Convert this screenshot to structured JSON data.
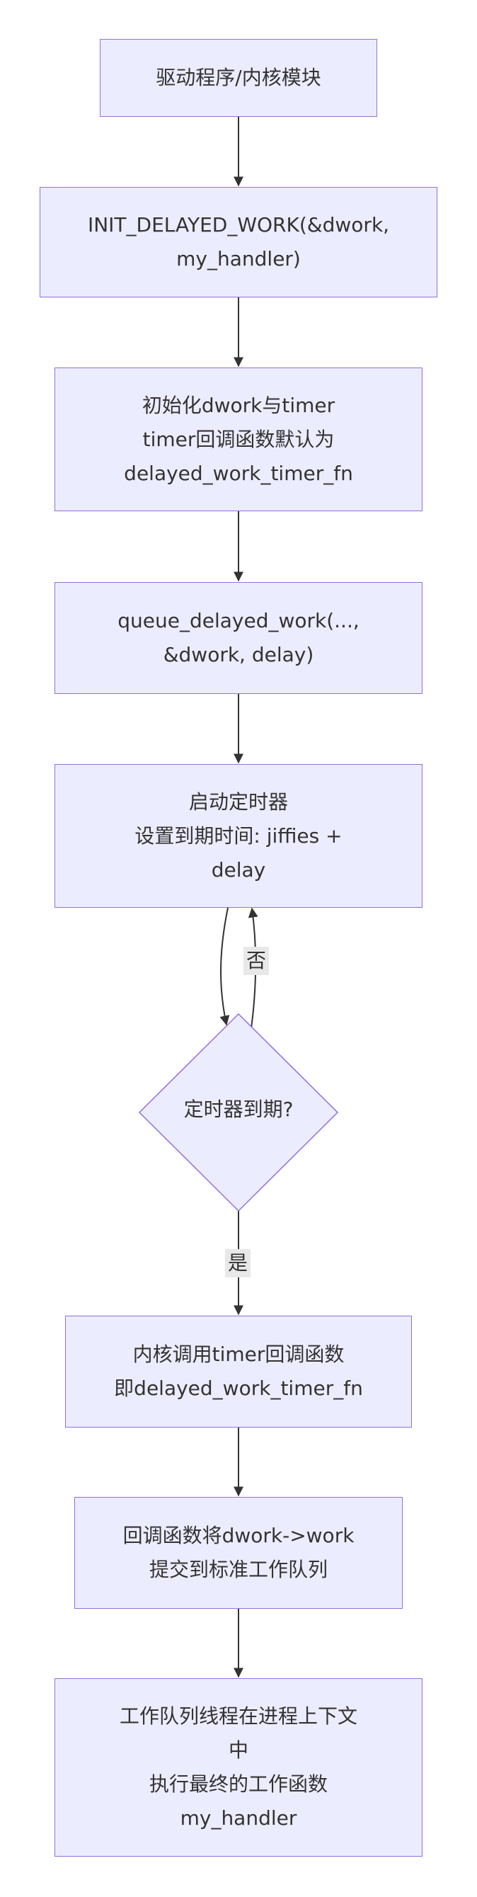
{
  "nodes": {
    "start": "驱动程序/内核模块",
    "init_macro": "INIT_DELAYED_WORK(&dwork,\nmy_handler)",
    "init_timer": "初始化dwork与timer\ntimer回调函数默认为\ndelayed_work_timer_fn",
    "queue": "queue_delayed_work(...,\n&dwork, delay)",
    "start_timer": "启动定时器\n设置到期时间: jiffies +\ndelay",
    "decision": "定时器到期?",
    "kernel_call": "内核调用timer回调函数\n即delayed_work_timer_fn",
    "submit": "回调函数将dwork->work\n提交到标准工作队列",
    "execute": "工作队列线程在进程上下文\n中\n执行最终的工作函数\nmy_handler"
  },
  "edges": {
    "no_label": "否",
    "yes_label": "是"
  },
  "colors": {
    "node_fill": "#ececff",
    "node_stroke": "#9370db",
    "edge": "#333333",
    "edge_label_bg": "#e8e8e8"
  }
}
